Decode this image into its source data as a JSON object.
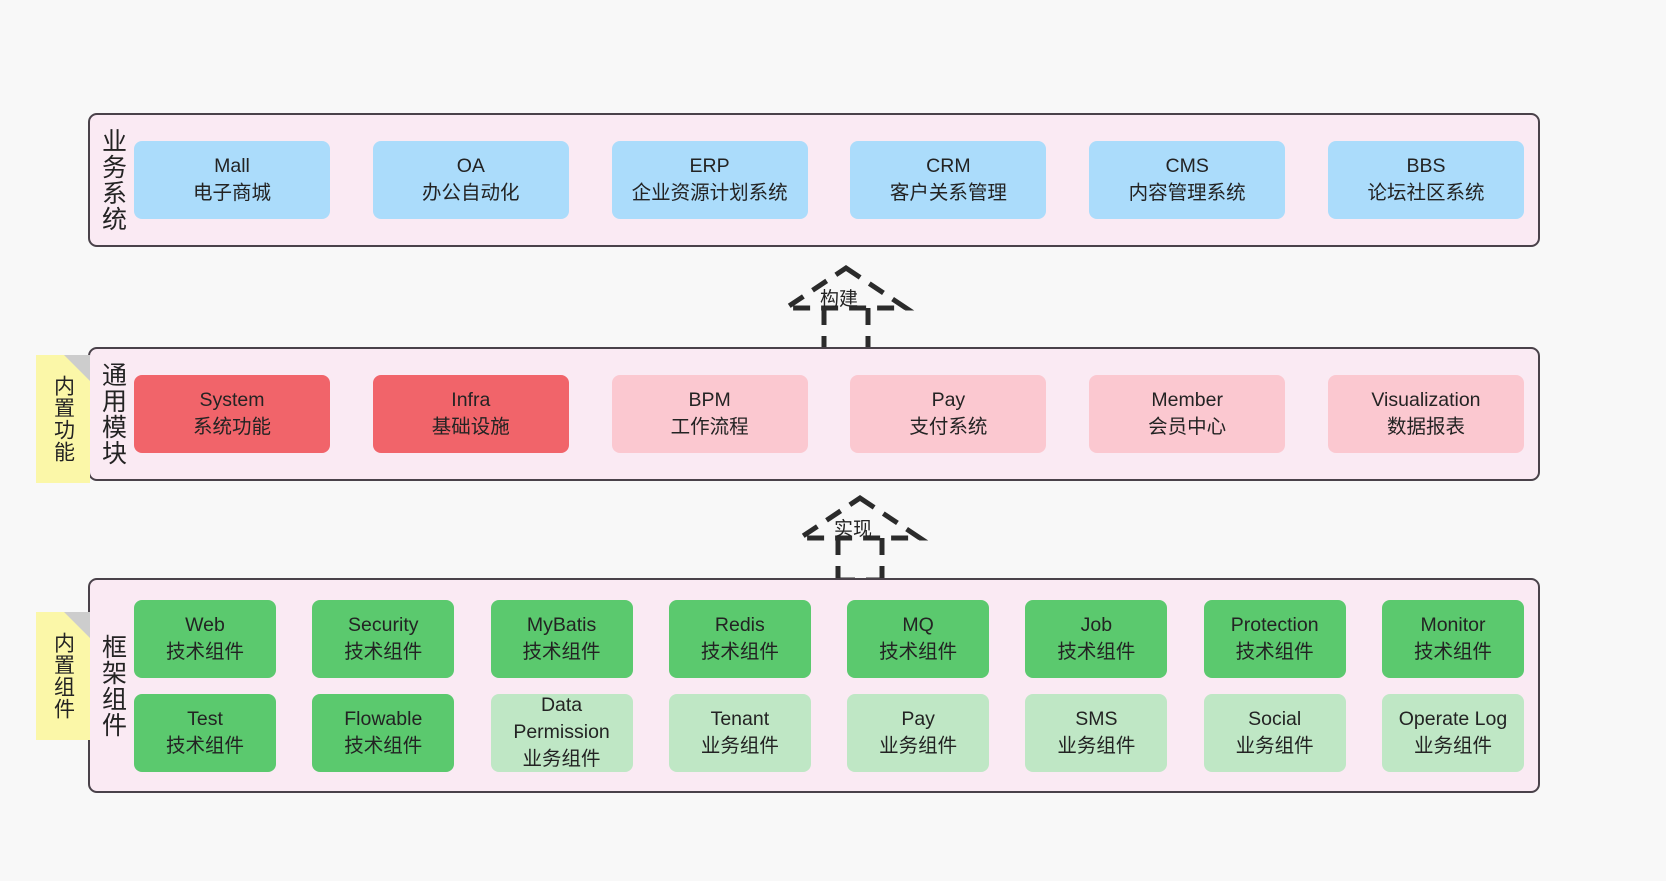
{
  "diagram": {
    "background_color": "#f8f8f8",
    "panel_fill": "#faeaf3",
    "panel_border": "#4a424a",
    "sticky_color": "#fbf7a8"
  },
  "layers": [
    {
      "id": "business-systems",
      "label": "业务系统",
      "rows": [
        {
          "nodes": [
            {
              "title": "Mall",
              "subtitle": "电子商城",
              "color": "#abdcfb",
              "style": "blue"
            },
            {
              "title": "OA",
              "subtitle": "办公自动化",
              "color": "#abdcfb",
              "style": "blue"
            },
            {
              "title": "ERP",
              "subtitle": "企业资源计划系统",
              "color": "#abdcfb",
              "style": "blue"
            },
            {
              "title": "CRM",
              "subtitle": "客户关系管理",
              "color": "#abdcfb",
              "style": "blue"
            },
            {
              "title": "CMS",
              "subtitle": "内容管理系统",
              "color": "#abdcfb",
              "style": "blue"
            },
            {
              "title": "BBS",
              "subtitle": "论坛社区系统",
              "color": "#abdcfb",
              "style": "blue"
            }
          ]
        }
      ]
    },
    {
      "id": "common-modules",
      "label": "通用模块",
      "sticky": "内置功能",
      "rows": [
        {
          "nodes": [
            {
              "title": "System",
              "subtitle": "系统功能",
              "color": "#f1646a",
              "style": "red"
            },
            {
              "title": "Infra",
              "subtitle": "基础设施",
              "color": "#f1646a",
              "style": "red"
            },
            {
              "title": "BPM",
              "subtitle": "工作流程",
              "color": "#fbc8d0",
              "style": "pink"
            },
            {
              "title": "Pay",
              "subtitle": "支付系统",
              "color": "#fbc8d0",
              "style": "pink"
            },
            {
              "title": "Member",
              "subtitle": "会员中心",
              "color": "#fbc8d0",
              "style": "pink"
            },
            {
              "title": "Visualization",
              "subtitle": "数据报表",
              "color": "#fbc8d0",
              "style": "pink"
            }
          ]
        }
      ]
    },
    {
      "id": "framework-components",
      "label": "框架组件",
      "sticky": "内置组件",
      "rows": [
        {
          "nodes": [
            {
              "title": "Web",
              "subtitle": "技术组件",
              "color": "#5bc96e",
              "style": "green"
            },
            {
              "title": "Security",
              "subtitle": "技术组件",
              "color": "#5bc96e",
              "style": "green"
            },
            {
              "title": "MyBatis",
              "subtitle": "技术组件",
              "color": "#5bc96e",
              "style": "green"
            },
            {
              "title": "Redis",
              "subtitle": "技术组件",
              "color": "#5bc96e",
              "style": "green"
            },
            {
              "title": "MQ",
              "subtitle": "技术组件",
              "color": "#5bc96e",
              "style": "green"
            },
            {
              "title": "Job",
              "subtitle": "技术组件",
              "color": "#5bc96e",
              "style": "green"
            },
            {
              "title": "Protection",
              "subtitle": "技术组件",
              "color": "#5bc96e",
              "style": "green"
            },
            {
              "title": "Monitor",
              "subtitle": "技术组件",
              "color": "#5bc96e",
              "style": "green"
            }
          ]
        },
        {
          "nodes": [
            {
              "title": "Test",
              "subtitle": "技术组件",
              "color": "#5bc96e",
              "style": "green"
            },
            {
              "title": "Flowable",
              "subtitle": "技术组件",
              "color": "#5bc96e",
              "style": "green"
            },
            {
              "title": "Data Permission",
              "subtitle": "业务组件",
              "color": "#bfe7c5",
              "style": "lgreen"
            },
            {
              "title": "Tenant",
              "subtitle": "业务组件",
              "color": "#bfe7c5",
              "style": "lgreen"
            },
            {
              "title": "Pay",
              "subtitle": "业务组件",
              "color": "#bfe7c5",
              "style": "lgreen"
            },
            {
              "title": "SMS",
              "subtitle": "业务组件",
              "color": "#bfe7c5",
              "style": "lgreen"
            },
            {
              "title": "Social",
              "subtitle": "业务组件",
              "color": "#bfe7c5",
              "style": "lgreen"
            },
            {
              "title": "Operate Log",
              "subtitle": "业务组件",
              "color": "#bfe7c5",
              "style": "lgreen"
            }
          ]
        }
      ]
    }
  ],
  "connectors": [
    {
      "id": "build",
      "label": "构建",
      "from": "common-modules",
      "to": "business-systems"
    },
    {
      "id": "implement",
      "label": "实现",
      "from": "framework-components",
      "to": "common-modules"
    }
  ]
}
